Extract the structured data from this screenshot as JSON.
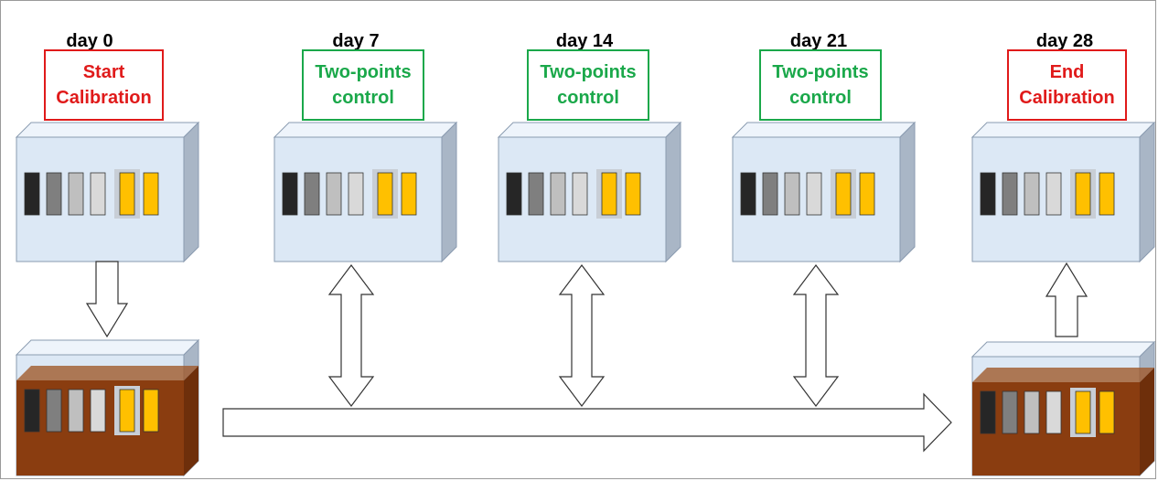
{
  "steps": [
    {
      "day": "day 0",
      "label": "Start\nCalibration",
      "color": "#e01a1a"
    },
    {
      "day": "day 7",
      "label": "Two-points\ncontrol",
      "color": "#1aa84a"
    },
    {
      "day": "day 14",
      "label": "Two-points\ncontrol",
      "color": "#1aa84a"
    },
    {
      "day": "day 21",
      "label": "Two-points\ncontrol",
      "color": "#1aa84a"
    },
    {
      "day": "day 28",
      "label": "End\nCalibration",
      "color": "#e01a1a"
    }
  ],
  "colors": {
    "water": "#dce8f5",
    "sediment": "#8a3d10",
    "sample_yellow": "#ffc000",
    "sample_black": "#262626",
    "sample_darkgray": "#7f7f7f",
    "sample_gray": "#bfbfbf",
    "sample_lightgray": "#d9d9d9"
  },
  "icons": [
    "tank-icon",
    "sediment-tank-icon",
    "down-arrow-icon",
    "up-arrow-icon",
    "double-arrow-icon",
    "timeline-arrow-icon"
  ]
}
